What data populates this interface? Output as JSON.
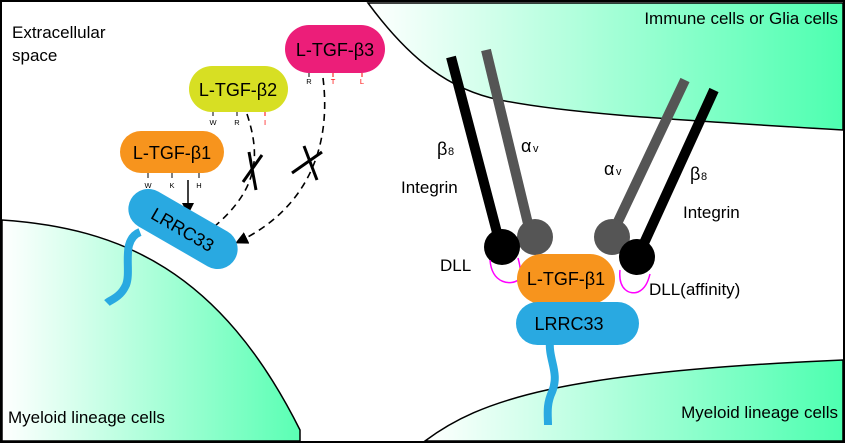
{
  "regions": {
    "extracellular": [
      "Extracellular",
      "space"
    ],
    "top_cell": "Immune cells or Glia cells",
    "bottom_left_cell": "Myeloid lineage cells",
    "bottom_right_cell": "Myeloid lineage cells"
  },
  "left_panel": {
    "tgf_b1": {
      "label": "L-TGF-β1",
      "color": "#F7941D",
      "residues": [
        {
          "text": "W",
          "color": "#000000"
        },
        {
          "text": "K",
          "color": "#000000"
        },
        {
          "text": "H",
          "color": "#000000"
        }
      ]
    },
    "tgf_b2": {
      "label": "L-TGF-β2",
      "color": "#D7DF23",
      "residues": [
        {
          "text": "W",
          "color": "#000000"
        },
        {
          "text": "R",
          "color": "#000000"
        },
        {
          "text": "I",
          "color": "#FF0000"
        }
      ]
    },
    "tgf_b3": {
      "label": "L-TGF-β3",
      "color": "#EC1E79",
      "residues": [
        {
          "text": "R",
          "color": "#000000"
        },
        {
          "text": "T",
          "color": "#FF0000"
        },
        {
          "text": "L",
          "color": "#FF0000"
        }
      ]
    },
    "lrrc33": {
      "label": "LRRC33",
      "color": "#29A9E1"
    }
  },
  "right_panel": {
    "left_integrin": {
      "beta": "β",
      "beta_sub": "8",
      "alpha": "α",
      "alpha_sub": "v",
      "name": "Integrin",
      "motif": "DLL"
    },
    "right_integrin": {
      "beta": "β",
      "beta_sub": "8",
      "alpha": "α",
      "alpha_sub": "v",
      "name": "Integrin",
      "motif": "DLL(affinity)"
    },
    "tgf_b1": {
      "label": "L-TGF-β1",
      "color": "#F7941D"
    },
    "lrrc33": {
      "label": "LRRC33",
      "color": "#29A9E1"
    }
  },
  "colors": {
    "cell_gradient_start": "#FFFFFF",
    "cell_gradient_end": "#4DFFB0",
    "beta_chain": "#000000",
    "alpha_chain": "#555555",
    "dll_loop": "#FF00FF"
  }
}
